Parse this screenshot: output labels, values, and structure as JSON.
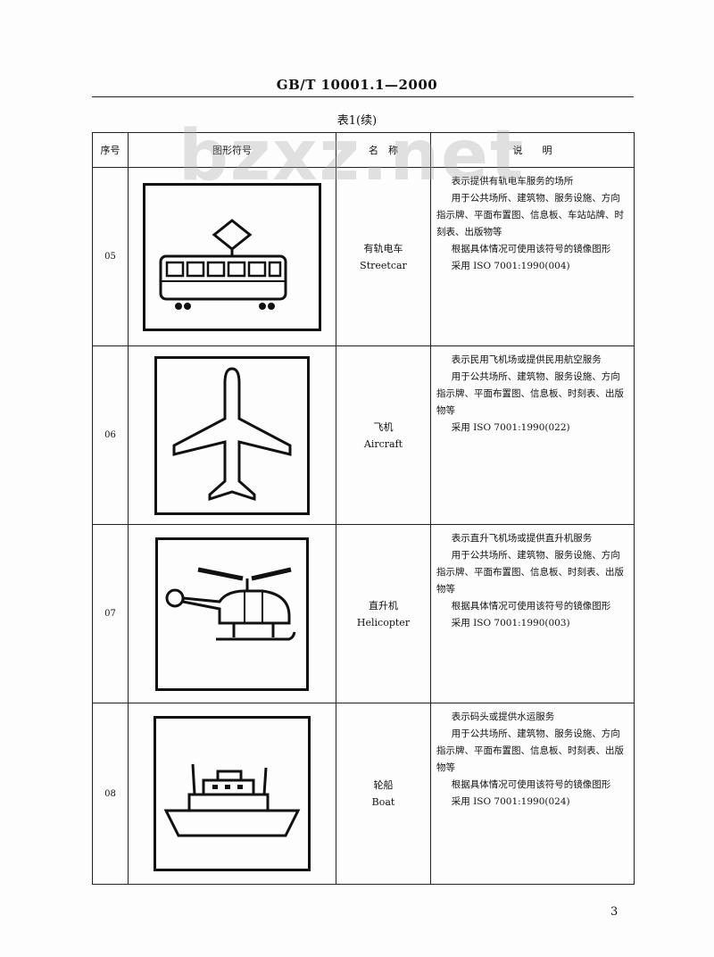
{
  "header": {
    "standard": "GB/T 10001.1—2000",
    "caption": "表1(续)"
  },
  "watermark": "bzxz.net",
  "table": {
    "columns": [
      "序号",
      "图形符号",
      "名　称",
      "说　　明"
    ],
    "rows": [
      {
        "seq": "05",
        "name_cn": "有轨电车",
        "name_en": "Streetcar",
        "icon": "streetcar-icon",
        "desc": [
          "表示提供有轨电车服务的场所",
          "用于公共场所、建筑物、服务设施、方向指示牌、平面布置图、信息板、车站站牌、时刻表、出版物等",
          "根据具体情况可使用该符号的镜像图形",
          "采用 ISO 7001:1990(004)"
        ]
      },
      {
        "seq": "06",
        "name_cn": "飞机",
        "name_en": "Aircraft",
        "icon": "aircraft-icon",
        "desc": [
          "表示民用飞机场或提供民用航空服务",
          "用于公共场所、建筑物、服务设施、方向指示牌、平面布置图、信息板、时刻表、出版物等",
          "采用 ISO 7001:1990(022)"
        ]
      },
      {
        "seq": "07",
        "name_cn": "直升机",
        "name_en": "Helicopter",
        "icon": "helicopter-icon",
        "desc": [
          "表示直升飞机场或提供直升机服务",
          "用于公共场所、建筑物、服务设施、方向指示牌、平面布置图、信息板、时刻表、出版物等",
          "根据具体情况可使用该符号的镜像图形",
          "采用 ISO 7001:1990(003)"
        ]
      },
      {
        "seq": "08",
        "name_cn": "轮船",
        "name_en": "Boat",
        "icon": "boat-icon",
        "desc": [
          "表示码头或提供水运服务",
          "用于公共场所、建筑物、服务设施、方向指示牌、平面布置图、信息板、时刻表、出版物等",
          "根据具体情况可使用该符号的镜像图形",
          "采用 ISO 7001:1990(024)"
        ]
      }
    ]
  },
  "page_number": "3"
}
